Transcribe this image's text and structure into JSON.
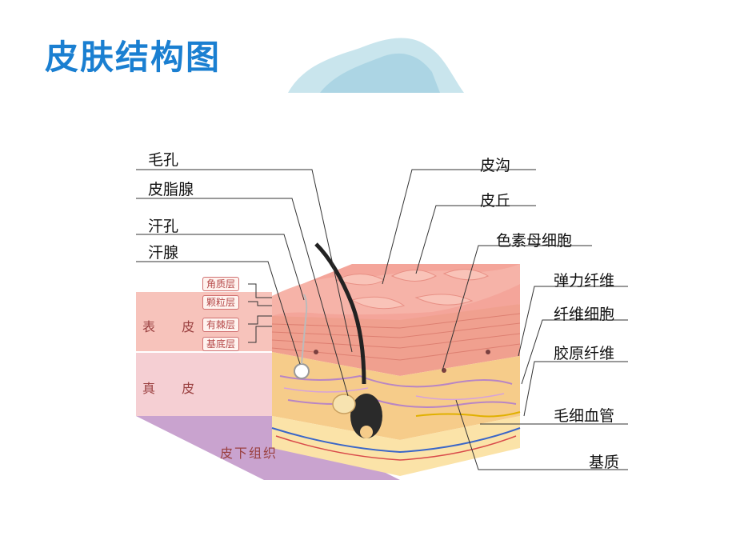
{
  "title": "皮肤结构图",
  "left_labels": [
    "毛孔",
    "皮脂腺",
    "汗孔",
    "汗腺"
  ],
  "right_labels": [
    "皮沟",
    "皮丘",
    "色素母细胞",
    "弹力纤维",
    "纤维细胞",
    "胶原纤维",
    "毛细血管",
    "基质"
  ],
  "layer_tags": [
    "角质层",
    "颗粒层",
    "有棘层",
    "基底层"
  ],
  "bands": [
    "表 皮",
    "真 皮",
    "皮下组织"
  ],
  "colors": {
    "title": "#1a7fd1",
    "epidermis_band": "#f6b9b0",
    "dermis_band": "#f3c9cc",
    "subcutis_band": "#c9a0cc",
    "leader": "#333333"
  }
}
